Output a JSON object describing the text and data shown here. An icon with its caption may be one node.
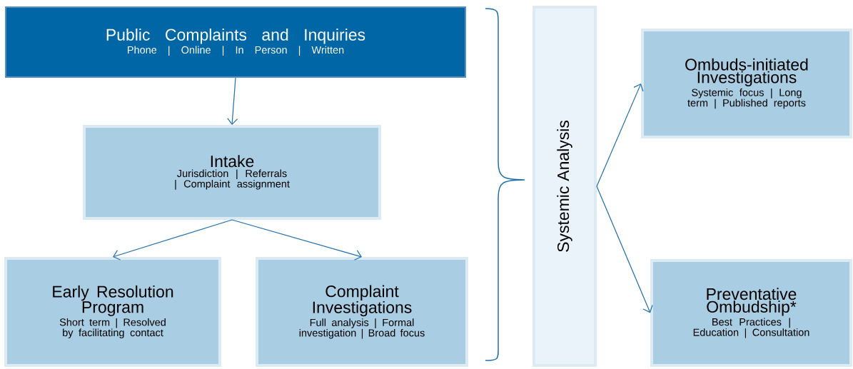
{
  "diagram": {
    "nodes": [
      {
        "text": [
          "Public Complaints and Inquiries",
          "Phone | Online | In Person | Written"
        ]
      },
      {
        "text": [
          "Intake",
          "Jurisdiction | Referrals | Complaint assignment"
        ]
      },
      {
        "text": [
          "Early Resolution Program",
          "Short term | Resolved by facilitating contact"
        ]
      },
      {
        "text": [
          "Complaint Investigations",
          "Full analysis | Formal investigation | Broad focus"
        ]
      },
      {
        "text": [
          "Systemic Analysis"
        ]
      },
      {
        "text": [
          "Ombuds-initiated Investigations",
          "Systemic focus | Long term | Published reports"
        ]
      },
      {
        "text": [
          "Preventative Ombudship*",
          "Best Practices | Education | Consultation"
        ]
      }
    ],
    "edges": [
      {
        "from": 0,
        "to": 1,
        "arrow": "to"
      },
      {
        "from": 1,
        "to": 2,
        "arrow": "to"
      },
      {
        "from": 1,
        "to": 3,
        "arrow": "to"
      },
      {
        "from": 4,
        "to": 5,
        "arrow": "to"
      },
      {
        "from": 4,
        "to": 6,
        "arrow": "to"
      }
    ]
  }
}
